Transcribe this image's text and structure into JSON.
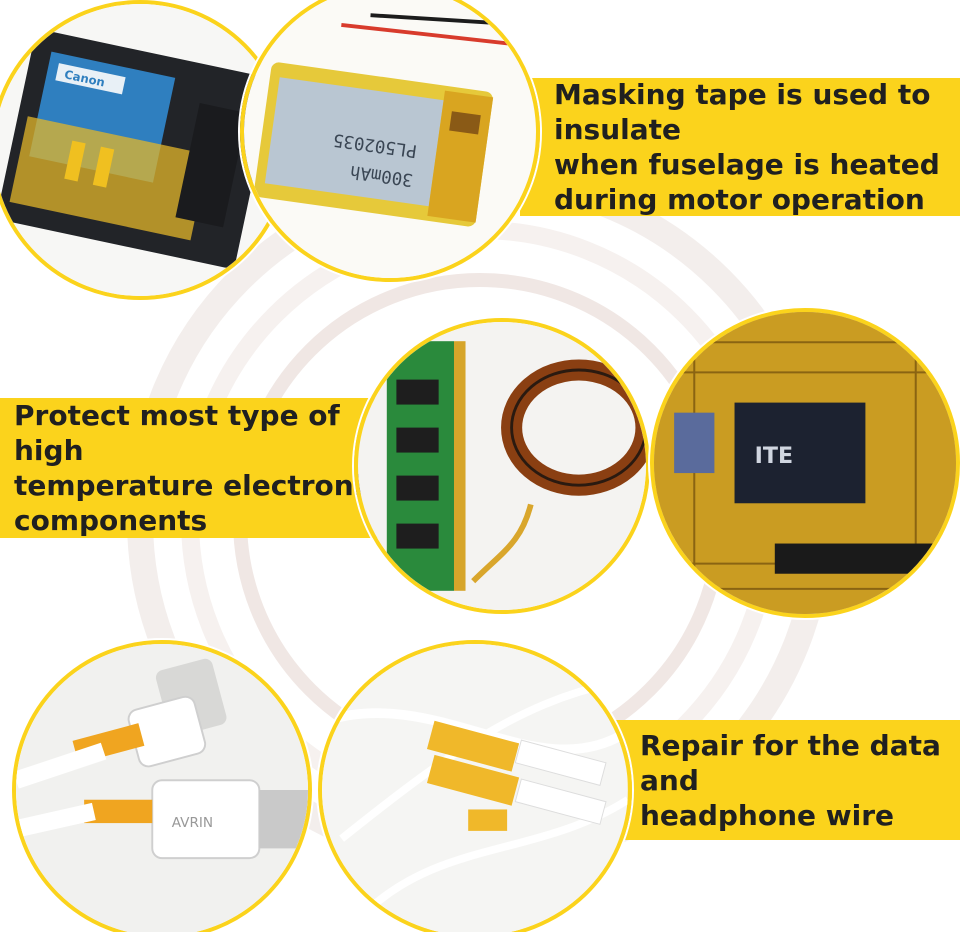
{
  "banners": {
    "insulate": [
      "Masking tape is used to insulate",
      "when fuselage is heated",
      "during motor operation"
    ],
    "protect": [
      "Protect most type of high",
      "temperature electronic",
      "components"
    ],
    "repair": [
      "Repair for the data and",
      "headphone wire"
    ]
  },
  "colors": {
    "banner_yellow": "#fbd31c",
    "text_dark": "#202020",
    "ring_light": "#f1ecea"
  },
  "photos": {
    "battery_label": "Canon",
    "lipo_label_1": "PL502035",
    "lipo_label_2": "300mAh",
    "chip_label": "ITE",
    "usb_label": "AVRIN"
  }
}
